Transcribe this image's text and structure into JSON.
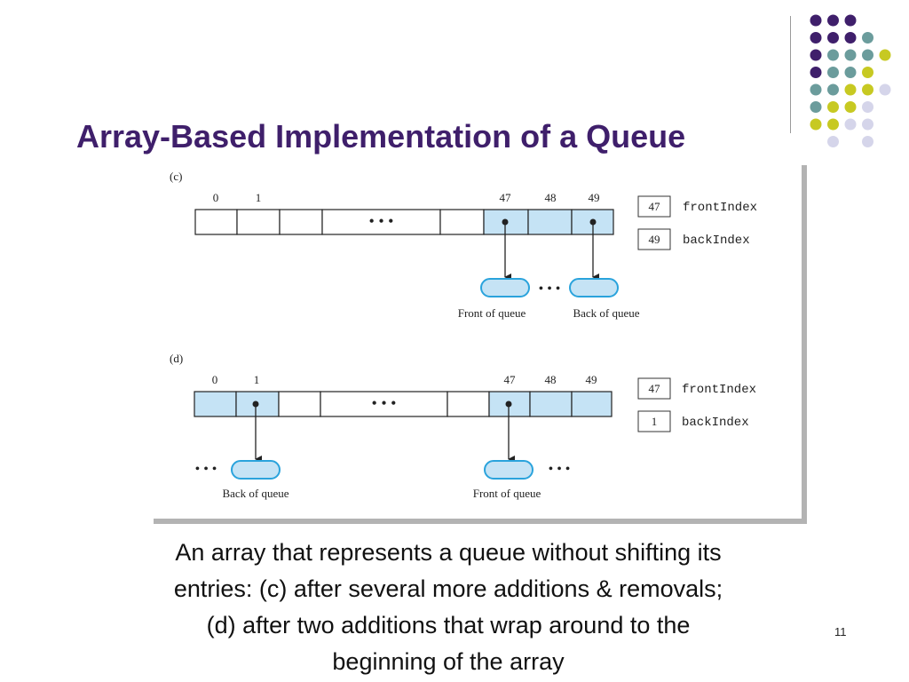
{
  "slide": {
    "title": "Array-Based Implementation of a Queue",
    "caption_lines": [
      "An array that represents a queue without shifting its",
      "entries: (c) after several more additions & removals;",
      "(d) after two additions that wrap around to the",
      "beginning of the array"
    ],
    "page_number": "11"
  },
  "colors": {
    "title": "#3f1f6b",
    "purple": "#3f1f6b",
    "teal": "#6b9c9c",
    "olive": "#c7c922",
    "lavender": "#d5d5ea",
    "cell_fill": "#c5e3f5",
    "node_stroke": "#2aa3dc"
  },
  "decor_dots": [
    [
      "purple",
      "purple",
      "purple",
      "",
      ""
    ],
    [
      "purple",
      "purple",
      "purple",
      "teal",
      ""
    ],
    [
      "purple",
      "teal",
      "teal",
      "teal",
      "olive"
    ],
    [
      "purple",
      "teal",
      "teal",
      "olive",
      ""
    ],
    [
      "teal",
      "teal",
      "olive",
      "olive",
      "lavender"
    ],
    [
      "teal",
      "olive",
      "olive",
      "lavender",
      ""
    ],
    [
      "olive",
      "olive",
      "lavender",
      "lavender",
      ""
    ],
    [
      "",
      "lavender",
      "",
      "lavender",
      ""
    ]
  ],
  "figure": {
    "panels": [
      {
        "label": "(c)",
        "cells": [
          "",
          "",
          "",
          "• • •",
          "",
          "",
          "",
          ""
        ],
        "filled": [
          false,
          false,
          false,
          false,
          false,
          true,
          true,
          true
        ],
        "index_labels": [
          "0",
          "1",
          "47",
          "48",
          "49"
        ],
        "front_index": "47",
        "front_index_name": "frontIndex",
        "back_index": "49",
        "back_index_name": "backIndex",
        "node_dots": "• • •",
        "front_label": "Front of queue",
        "back_label": "Back of queue"
      },
      {
        "label": "(d)",
        "cells": [
          "",
          "",
          "",
          "• • •",
          "",
          "",
          "",
          ""
        ],
        "filled": [
          true,
          true,
          false,
          false,
          false,
          true,
          true,
          true
        ],
        "index_labels": [
          "0",
          "1",
          "47",
          "48",
          "49"
        ],
        "front_index": "47",
        "front_index_name": "frontIndex",
        "back_index": "1",
        "back_index_name": "backIndex",
        "left_dots": "• • •",
        "right_dots": "• • •",
        "back_label": "Back of queue",
        "front_label": "Front of queue"
      }
    ]
  }
}
